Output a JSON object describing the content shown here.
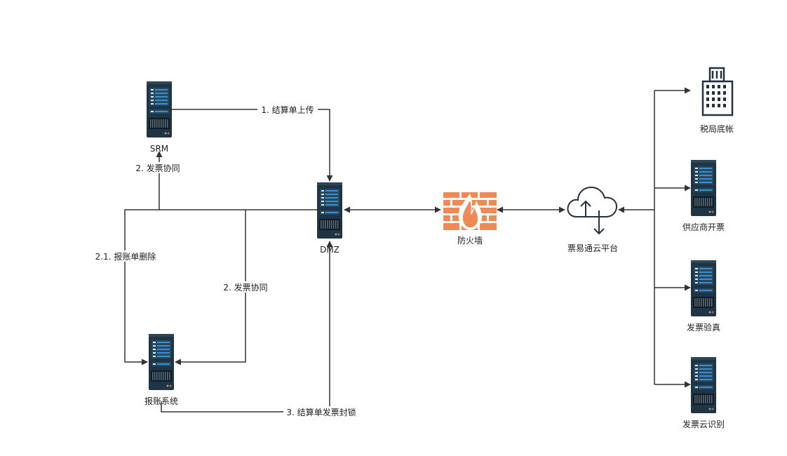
{
  "colors": {
    "line": "#333333",
    "server_body": "#1f3444",
    "server_accent": "#3b8fd0",
    "firewall": "#ef8a57",
    "icon_dark": "#243240"
  },
  "nodes": {
    "srm": {
      "label": "SRM",
      "icon": "server-icon"
    },
    "dmz": {
      "label": "DMZ",
      "icon": "server-icon"
    },
    "reimbursement": {
      "label": "报账系统",
      "icon": "server-icon"
    },
    "firewall": {
      "label": "防火墙",
      "icon": "firewall-icon"
    },
    "cloud": {
      "label": "票易通云平台",
      "icon": "cloud-icon"
    },
    "tax_bureau": {
      "label": "税局底帐",
      "icon": "building-icon"
    },
    "supplier_invoicing": {
      "label": "供应商开票",
      "icon": "server-icon"
    },
    "invoice_verification": {
      "label": "发票验真",
      "icon": "server-icon"
    },
    "invoice_recognition": {
      "label": "发票云识别",
      "icon": "server-icon"
    }
  },
  "edges": {
    "upload": "1. 结算单上传",
    "collab_srm": "2. 发票协同",
    "collab_reimb": "2. 发票协同",
    "delete_reimb": "2.1. 报账单删除",
    "lock": "3. 结算单发票封锁"
  }
}
